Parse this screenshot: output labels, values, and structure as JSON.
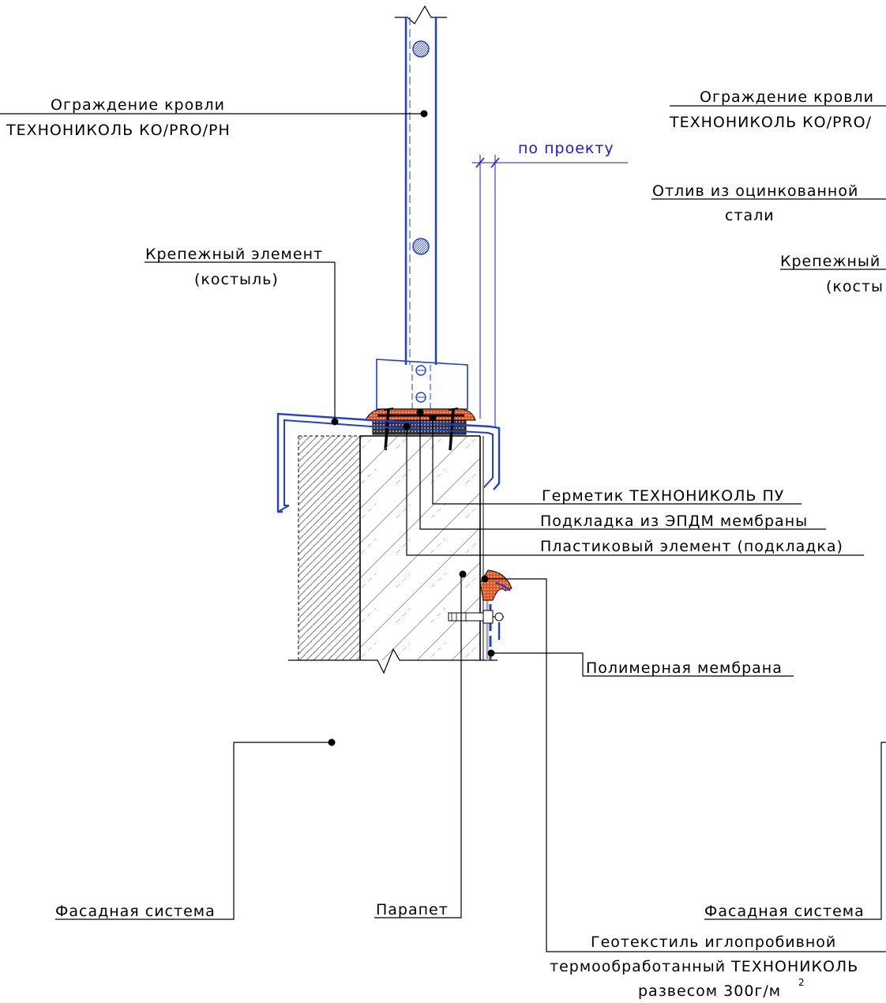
{
  "labels": {
    "roof_fence_1": "Ограждение кровли",
    "roof_fence_2": "ТЕХНОНИКОЛЬ КО/PRO/PH",
    "roof_fence_right_1": "Ограждение кровли",
    "roof_fence_right_2": "ТЕХНОНИКОЛЬ КО/PRO/",
    "by_project": "по проекту",
    "drip_1": "Отлив из оцинкованной",
    "drip_2": "стали",
    "fastener_1": "Крепежный элемент",
    "fastener_2": "(костыль)",
    "fastener_right_1": "Крепежный",
    "fastener_right_2": "(косты",
    "sealant": "Герметик ТЕХНОНИКОЛЬ ПУ",
    "epdm_pad": "Подкладка из ЭПДМ мембраны",
    "plastic_pad": "Пластиковый элемент (подкладка)",
    "polymer_membrane": "Полимерная мембрана",
    "facade_system": "Фасадная система",
    "parapet": "Парапет",
    "facade_system_right": "Фасадная система",
    "geotextile_1": "Геотекстиль иглопробивной",
    "geotextile_2": "термообработанный ТЕХНОНИКОЛЬ",
    "geotextile_3": "развесом 300г/м",
    "geotextile_sup": "2"
  },
  "colors": {
    "steel": "#1f3fd6",
    "sealant": "#e8541e",
    "dimension": "#1a1ad9"
  }
}
